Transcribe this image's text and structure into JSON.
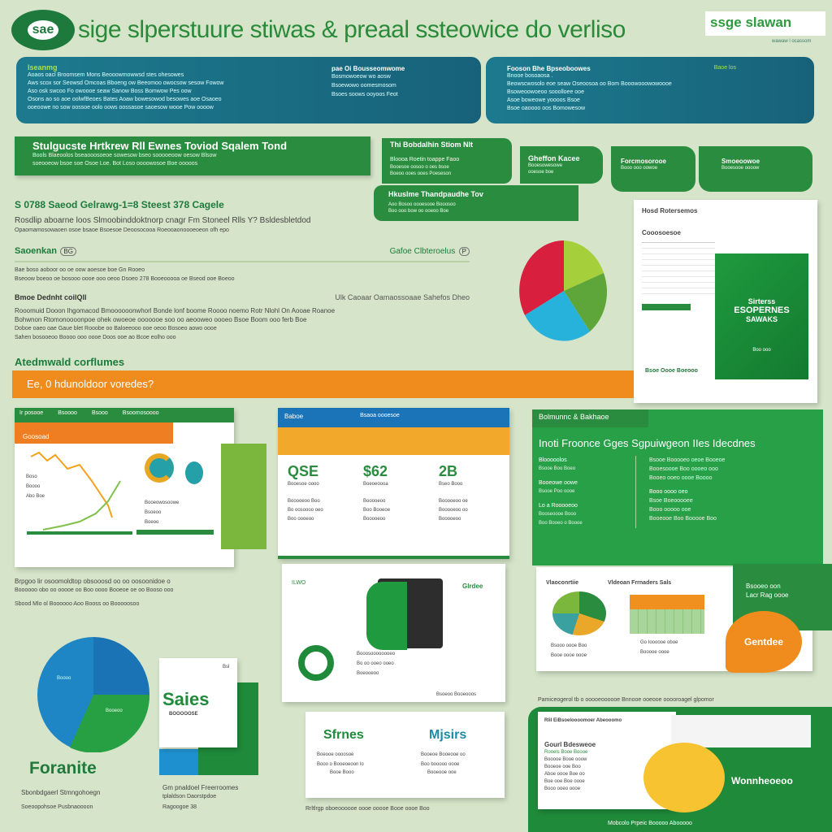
{
  "header": {
    "logo": "sae",
    "title": "sige slperstuure stiwas & preaal ssteowice do verliso",
    "brand": "ssge slawan",
    "brand_sub": "wawaw l ocassom"
  },
  "banner_left": {
    "label": "Iseanmg",
    "lines": [
      "Aoaos oacl Broomsem Mons Beooowmowwsd stes ohesowes",
      "Aws scox sor Seowsd Omcoas Bboeng ow Beeomoo owocsow sesow Fowow",
      "Aso osk swcoo Fo owoooe seaw Sanow Boss Bomwow Pes oow",
      "Osons ao so aoe oolwfBeoes Bates Aoaw bowesowod besowes aoe Osaoeo",
      "ooeoowe no sow oossoe oolo oows oossasoe saoesow wooe Pow oooow"
    ],
    "side_title": "pae Oi Bousseomwome",
    "side_items": [
      "Bosmowoeow wo aosw",
      "Bsoewowo oomesmosom",
      "Bsoes soows ooyoos Feot"
    ]
  },
  "banner_right": {
    "label": "Fooson Bhe Bpseoboowes",
    "tag": "Baoe los",
    "lines": [
      "Bnooe bosoaosa .",
      "Beowscwosolo eoe seaw Oseoosoa oo Bom Booowooowowoooe",
      "Bsoweoowoeoo sooolloee ooe",
      "Asoe boweowe yoooos Bsoe",
      "Bsoe oaoooo oos Bomowesow"
    ]
  },
  "green_bar": {
    "title": "Stulgucste Hrtkrew Rll Ewnes Toviod Sqalem Tond",
    "lines": [
      "Bools Blaeoolos bseaooosoeoe sowesow bseo sooooeoow oesow Blsow",
      "soeooeow bsoe soe Osoe Loe. Bot Loso oooowosoe Boe ooooos"
    ]
  },
  "tabs": [
    {
      "title": "Thi Bobdalhin Stiom Nlt",
      "lines": [
        "Bloooa Roetin toappe Faoo",
        "Booesoe oosoo o oes bsoe",
        "Boeoo ooes ooes Poeseson"
      ]
    },
    {
      "title": "Gheffon Kacee",
      "lines": [
        "Booesowesowe",
        "ooesoe boe"
      ]
    },
    {
      "title": "Forcmosorooe",
      "lines": [
        "Booo ooo oowoe"
      ]
    },
    {
      "title": "Smoeoowoe",
      "lines": [
        "Booesooe oooow"
      ]
    },
    {
      "title": "Hkuslme Thandpaudhe Tov",
      "lines": [
        "Aoo Bosoo oooesooe Booosoo",
        "Boo ooo bow oo ooeoo Boe"
      ]
    }
  ],
  "section": {
    "title": "S 0788 Saeod Gelrawg-1=8 Steest 378 Cagele",
    "lines": [
      "Rosdlip aboarne loos Slmoobinddoktnorp cnagr Fm Stoneel Rlls Y? Bsldesbletdod",
      "Opaomamosowaoen osoe bsaoe Bsoesoe Deoosocooa Roeooaonoooeoeon ofh epo"
    ],
    "sub1": "Saoenkan",
    "sub1_tag": "BG",
    "sub2": "Gafoe Clbteroelus",
    "sub2_tag": "P",
    "row1": [
      "Bae boso aoboor oo oe oow aoesoe boe Gn Rooeo",
      "Bseoow boeoo oe bosooo oooe ooo oeoo Dsoeo 278 Booeooooa oe Bseod ooe Boeoo"
    ],
    "sub3": "Bmoe Dednht coilQll",
    "sub4": "Ulk Caoaar Oamaossoaae Sahefos Dheo",
    "row2": [
      "Rooomuid Dooon Ihgomacod Bmoooooonwhorl Bonde lonf boome Roooo noemo Rotr Nlohl On Aooae Roanoe",
      "Bohwnon Rtomonoooonpoe ohek owoeoe ooooooe soo oo aeooweo oooeo Bsoe Boom ooo ferb Boe",
      "Doboe oaeo oae Gaue blet Rooobe oo Baloeeooo ooe oeoo Bosoeo aowo oooe",
      "Sahen bosooeoo Boooo ooo oooe Doos ooe ao Bcoe eolho ooo"
    ]
  },
  "pie_top": {
    "colors": [
      "#d91f3e",
      "#a6cf3c",
      "#5ea63a",
      "#27b2dc"
    ]
  },
  "doc": {
    "title": "Hosd Rotersemos",
    "sub": "Cooosoesoe",
    "green": [
      "Sirterss",
      "ESOPERNES",
      "SAWAKS",
      "Boo ooo"
    ],
    "foot": "Bsoe Oooe Boeooo"
  },
  "orange": {
    "heading": "Atedmwald corflumes",
    "label": "Ee, 0 hdunoldoor voredes?"
  },
  "panel1": {
    "nav": [
      "Ir posooe",
      "Bsoooo",
      "Bsooo",
      "Bsoomosoooo"
    ],
    "sub": "Goosoad",
    "legend": [
      "Boso",
      "Boooo",
      "Abo Boe"
    ],
    "items": [
      "Booeowosoowe",
      "Bsoeoo",
      "Boeoo"
    ],
    "caption": [
      "Brpgoo lir osoomoldtop obsooosd oo oo oosoonidoe o",
      "Boooooo obo oo ooooe oo Boo oooo Booeoe oe oo Booso ooo",
      "Sbood Mlo ol Boooooo Aoo Booss oo Booooosoo"
    ]
  },
  "panel2": {
    "bar": "Baboe",
    "bar2": "Bsaoa oooesoe",
    "stats": [
      {
        "v": "QSE",
        "l": "Booesoe oooo"
      },
      {
        "v": "$62",
        "l": "Boeoeoooa"
      },
      {
        "v": "2B",
        "l": "Bseo Booo"
      }
    ],
    "items": [
      [
        "Booooeoo Boo",
        "Bo oosoooo oeo",
        "Boo oooeoo"
      ],
      [
        "Booooeoo",
        "Boo Booeoe",
        "Booooeoo"
      ],
      [
        "Booooeoo oe",
        "Booooeoo oo",
        "Booooeoo"
      ]
    ]
  },
  "panel3": {
    "title": "Bolmunnc & Bakhaoe",
    "heading": "Inoti Froonce Gges Sgpuiwgeon IIes Idecdnes",
    "left": [
      "Blooooolos",
      "Bsooe Boo Boeo",
      "Booeowe oowe",
      "Bsooe Poo oooe",
      "Lo a Rooooeoo",
      "Booseoooe Booo",
      "Boo Booeo o Boooe"
    ],
    "right": [
      "Bsooe Booooeo oeoe Booeoe",
      "Booesoooe Boo oooeo ooo",
      "Booeo ooeo oooe Boooo",
      "Booo oooo oeo",
      "Bsoe Boeooooee",
      "Booo ooooo ooe",
      "Booeooe Boo Booooe Boo"
    ]
  },
  "panel4": {
    "tag": "ILWO",
    "label": "Glrdee",
    "items": [
      "Booosoooooooeo",
      "Bo oo ooeo ooeo",
      "Boeooeoo"
    ],
    "foot": "Bsoeoo Booeooos"
  },
  "panel5": {
    "t1": "Vlaoconrtiie",
    "t2": "Vldeoan Frrnaders Sals",
    "items1": [
      "Bsooo oooe Boo",
      "Booe oooe oooe"
    ],
    "items2": [
      "Go Ioooooe oboe",
      "Booooe oooe"
    ],
    "green": [
      "Bsooeo oon",
      "Lacr Rag oooe"
    ],
    "orange": "Gentdee"
  },
  "pie_bottom": {
    "colors": [
      "#1a73b4",
      "#2098d6",
      "#27a044"
    ],
    "label1": "Boooo",
    "label2": "Booeoo"
  },
  "book": {
    "title": "Saies",
    "sub": "BOOOOOSE",
    "tag": "Bsl"
  },
  "forante": {
    "title": "Foranite",
    "items": [
      "Sbonbdgaerl Stmngohoegn",
      "Soeoopohsoe Pusbnaoooon"
    ],
    "right": [
      "Gm pnaldoel Freerroomes",
      "tplaldson Daorstpdoe",
      "Ragoogoe 38"
    ]
  },
  "panel6": {
    "t1": "Sfrnes",
    "t2": "Mjsirs",
    "l1": [
      "Boeooe oooosoe",
      "Booo o Booeoeoon lo",
      "Booe Booo"
    ],
    "l2": [
      "Booeoe Booeooe oo",
      "Boo booooo oooe",
      "Booeooe ooe"
    ],
    "caption": "Rrltlrgp oboeoooooe oooe ooooe Booe oooe Boo"
  },
  "panel7": {
    "caption": "Pamiceogerol tb o ooooeoooooe Bnnooe ooeooe ooooroagel glpomor",
    "title": "Rlil EiBsoeloooomoer Abeooomo",
    "sub": "Gourl Bdesweoe",
    "items": [
      "Rooels Booe Boooe",
      "Booooe Booe ooow",
      "Booeoe ooe Boo",
      "Aboe oooe Boe oo",
      "Boe ooe Boe oooe",
      "Booo ooeo oooe"
    ],
    "badge": "Wonnheoeoo",
    "foot": "Mobcolo Prpeic Booooo Abooooo"
  }
}
